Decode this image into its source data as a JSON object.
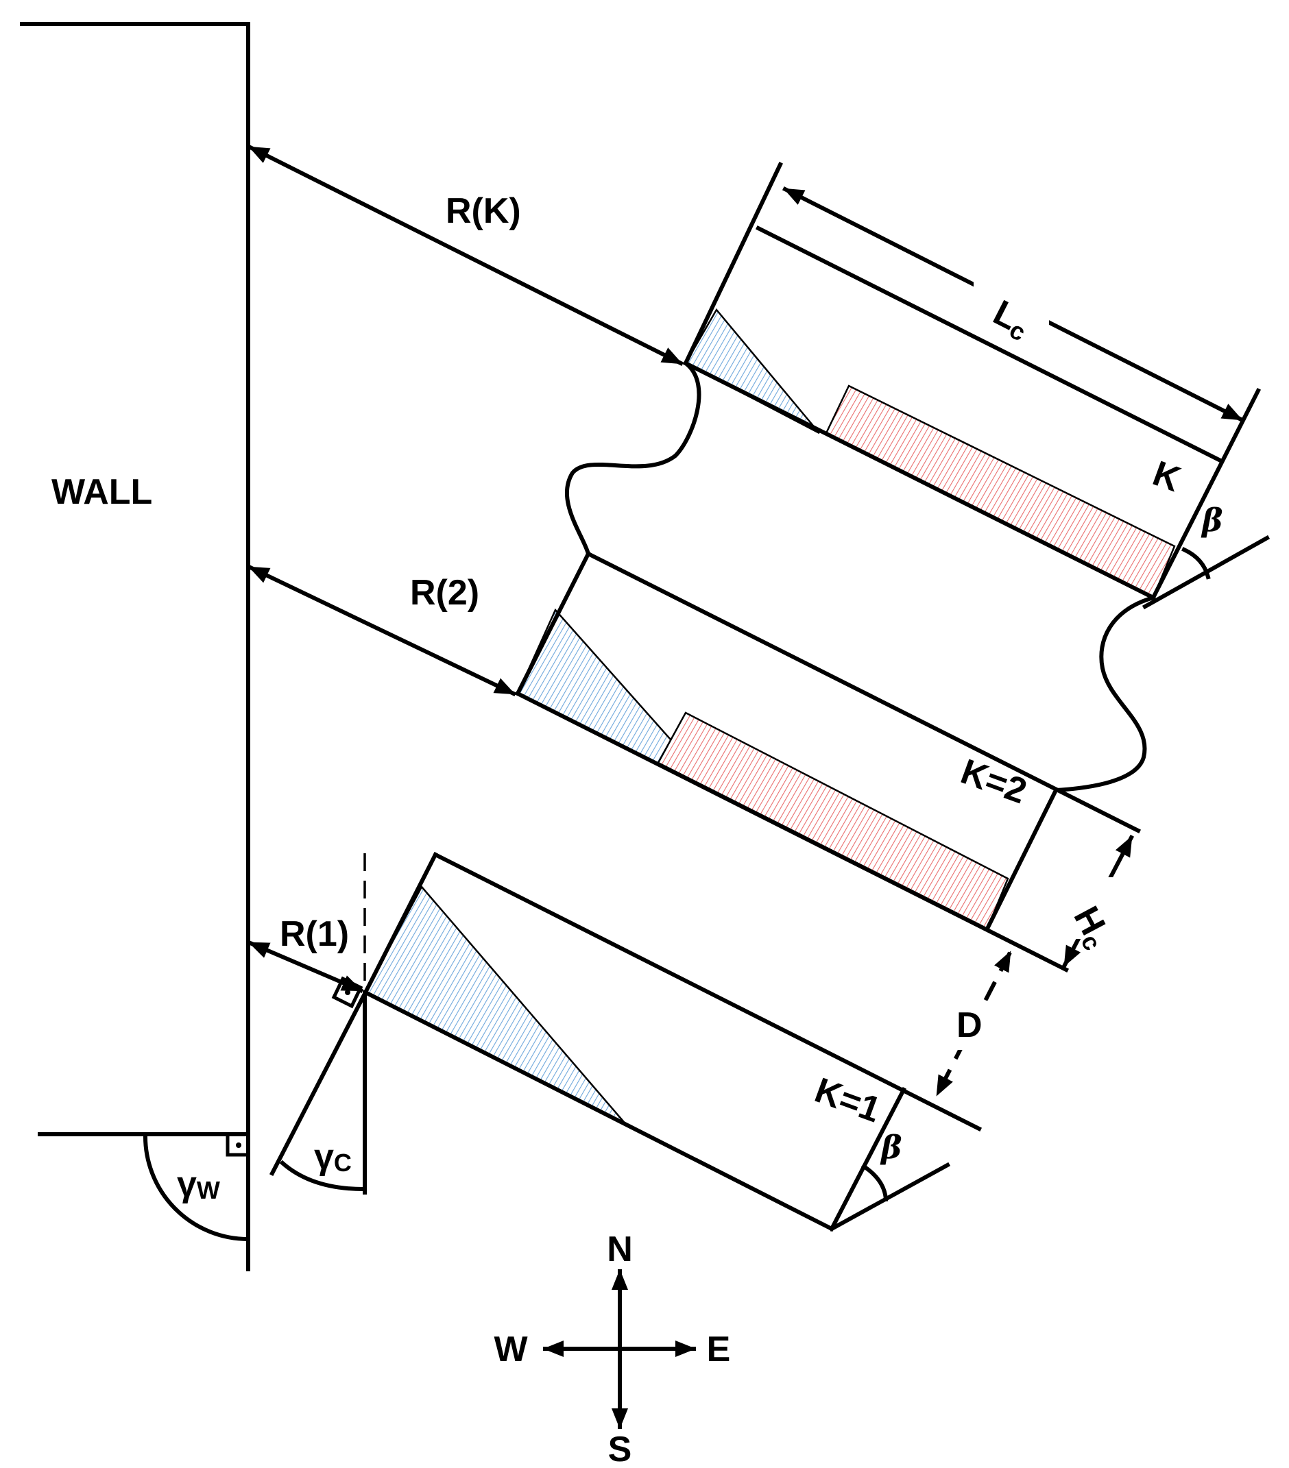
{
  "labels": {
    "wall": "WALL",
    "r_k": "R(K)",
    "r_2": "R(2)",
    "r_1": "R(1)",
    "l_c_main": "L",
    "l_c_sub": "c",
    "h_c_main": "H",
    "h_c_sub": "c",
    "d": "D",
    "k": "K",
    "k2": "K=2",
    "k1": "K=1",
    "beta": "β",
    "gamma_c_main": "γ",
    "gamma_c_sub": "C",
    "gamma_w_main": "γ",
    "gamma_w_sub": "W"
  },
  "compass": {
    "north": "N",
    "south": "S",
    "east": "E",
    "west": "W"
  },
  "colors": {
    "line": "#000000",
    "blue_hatch": "#6fa8dc",
    "red_hatch": "#ea6f6f",
    "background": "#ffffff"
  }
}
